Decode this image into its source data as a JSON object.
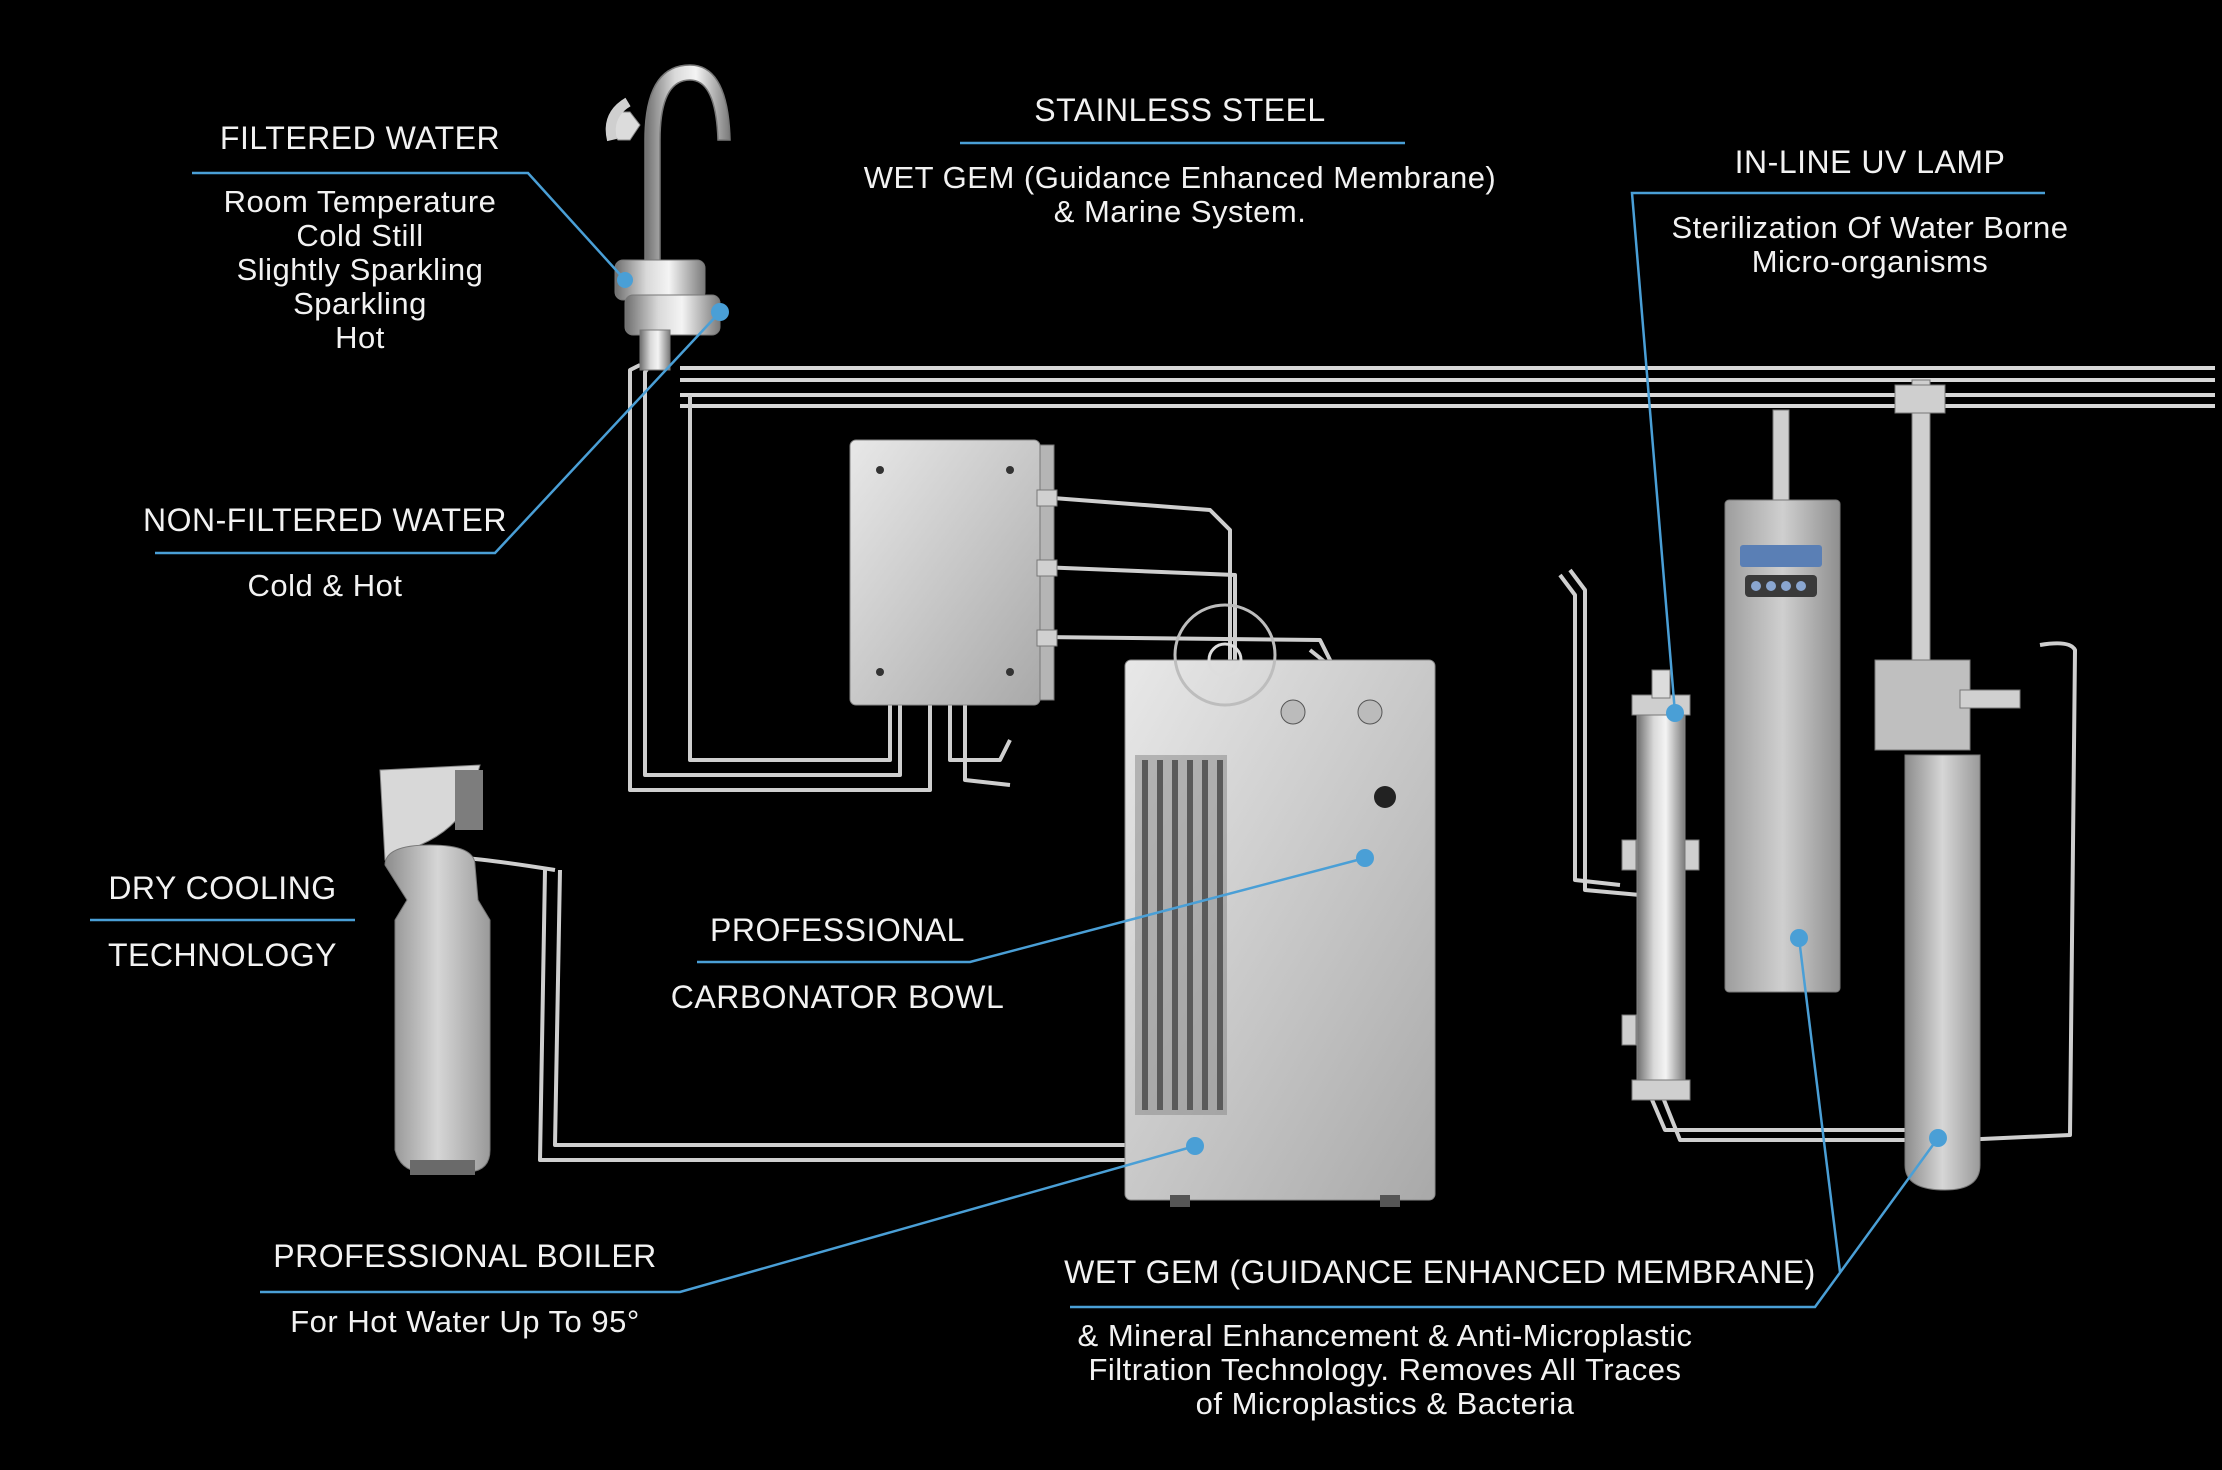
{
  "colors": {
    "background": "#000000",
    "accent": "#4a9fd6",
    "text": "#f2f2f2",
    "steel": "#c8c8c8"
  },
  "filtered_water": {
    "title": "FILTERED WATER",
    "lines": [
      "Room Temperature",
      "Cold Still",
      "Slightly Sparkling",
      "Sparkling",
      "Hot"
    ]
  },
  "stainless_steel": {
    "title": "STAINLESS STEEL",
    "lines": [
      "WET GEM (Guidance Enhanced Membrane)",
      "& Marine System."
    ]
  },
  "uv_lamp": {
    "title": "IN-LINE UV LAMP",
    "lines": [
      "Sterilization Of Water Borne",
      "Micro-organisms"
    ]
  },
  "non_filtered_water": {
    "title": "NON-FILTERED WATER",
    "lines": [
      "Cold & Hot"
    ]
  },
  "dry_cooling": {
    "title": "DRY COOLING",
    "lines": [
      "TECHNOLOGY"
    ]
  },
  "carbonator": {
    "title": "PROFESSIONAL",
    "lines": [
      "CARBONATOR BOWL"
    ]
  },
  "boiler": {
    "title": "PROFESSIONAL BOILER",
    "lines": [
      "For Hot Water Up To 95°"
    ]
  },
  "wet_gem": {
    "title": "WET GEM (GUIDANCE ENHANCED MEMBRANE)",
    "lines": [
      "& Mineral Enhancement & Anti-Microplastic",
      "Filtration Technology. Removes All Traces",
      "of Microplastics & Bacteria"
    ]
  }
}
